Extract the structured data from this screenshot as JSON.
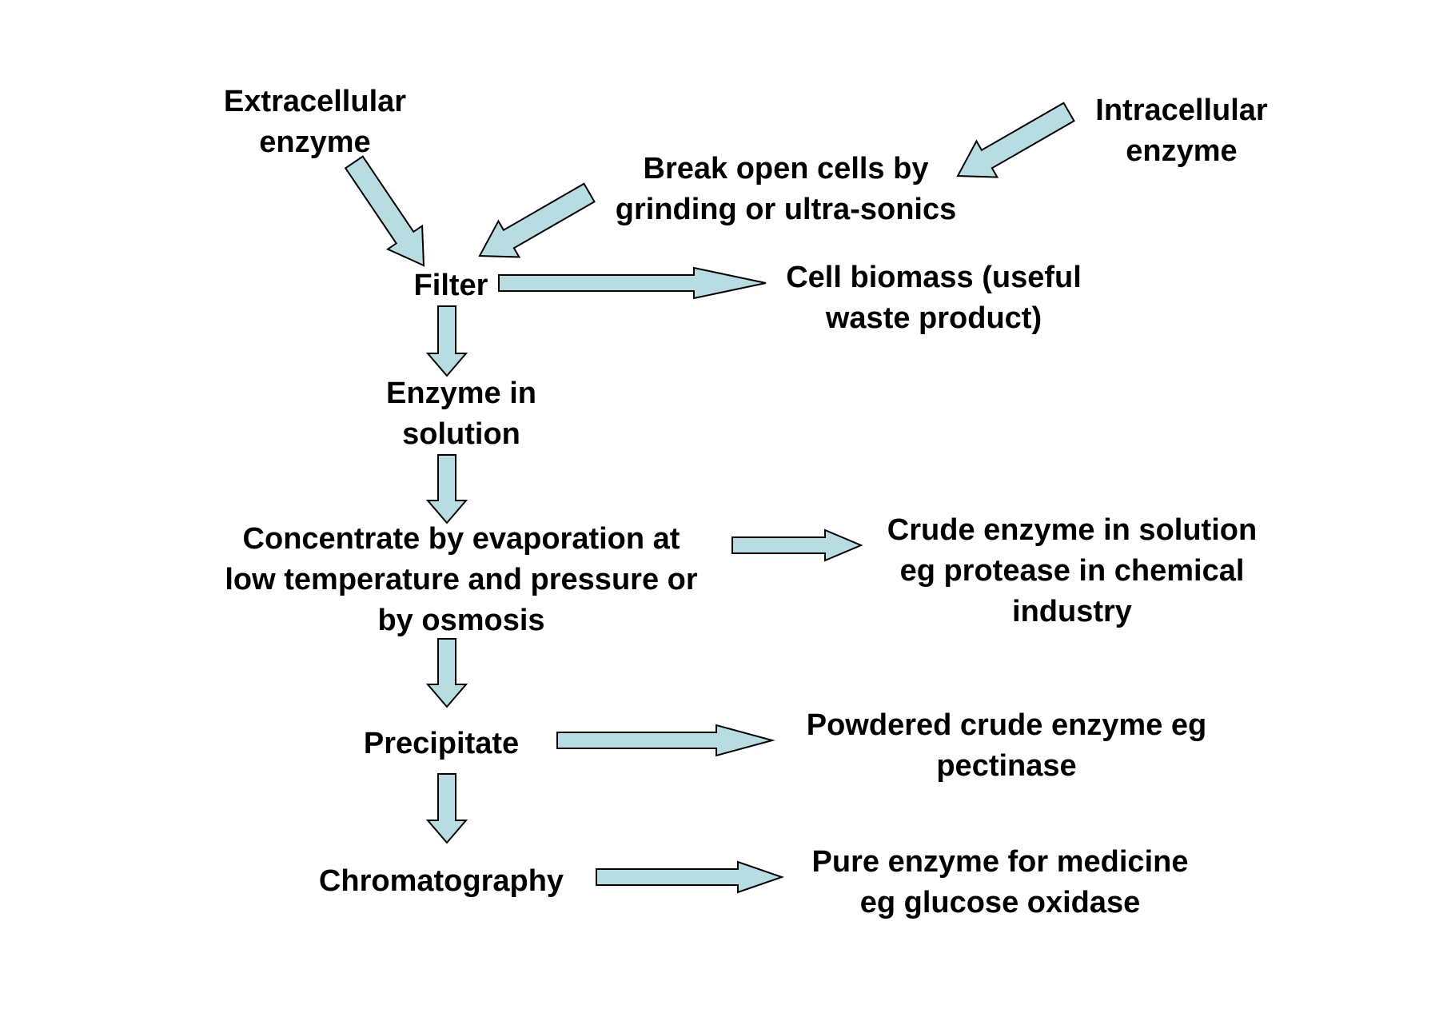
{
  "colors": {
    "arrow_fill": "#b7dde3",
    "arrow_stroke": "#000000",
    "text": "#000000",
    "background": "#ffffff"
  },
  "nodes": {
    "extracellular": [
      "Extracellular",
      "enzyme"
    ],
    "intracellular": [
      "Intracellular",
      "enzyme"
    ],
    "break_open": [
      "Break open cells by",
      "grinding or ultra-sonics"
    ],
    "filter": [
      "Filter"
    ],
    "cell_biomass": [
      "Cell biomass (useful",
      "waste product)"
    ],
    "enzyme_solution": [
      "Enzyme in",
      "solution"
    ],
    "concentrate": [
      "Concentrate by evaporation at",
      "low temperature and pressure or",
      "by osmosis"
    ],
    "crude_solution": [
      "Crude enzyme in solution",
      "eg protease in chemical",
      "industry"
    ],
    "precipitate": [
      "Precipitate"
    ],
    "powdered": [
      "Powdered crude enzyme eg",
      "pectinase"
    ],
    "chromatography": [
      "Chromatography"
    ],
    "pure": [
      "Pure enzyme for medicine",
      "eg glucose oxidase"
    ]
  },
  "edges": [
    {
      "from": "extracellular",
      "to": "filter"
    },
    {
      "from": "intracellular",
      "to": "break_open"
    },
    {
      "from": "break_open",
      "to": "filter"
    },
    {
      "from": "filter",
      "to": "cell_biomass"
    },
    {
      "from": "filter",
      "to": "enzyme_solution"
    },
    {
      "from": "enzyme_solution",
      "to": "concentrate"
    },
    {
      "from": "concentrate",
      "to": "crude_solution"
    },
    {
      "from": "concentrate",
      "to": "precipitate"
    },
    {
      "from": "precipitate",
      "to": "powdered"
    },
    {
      "from": "precipitate",
      "to": "chromatography"
    },
    {
      "from": "chromatography",
      "to": "pure"
    }
  ]
}
